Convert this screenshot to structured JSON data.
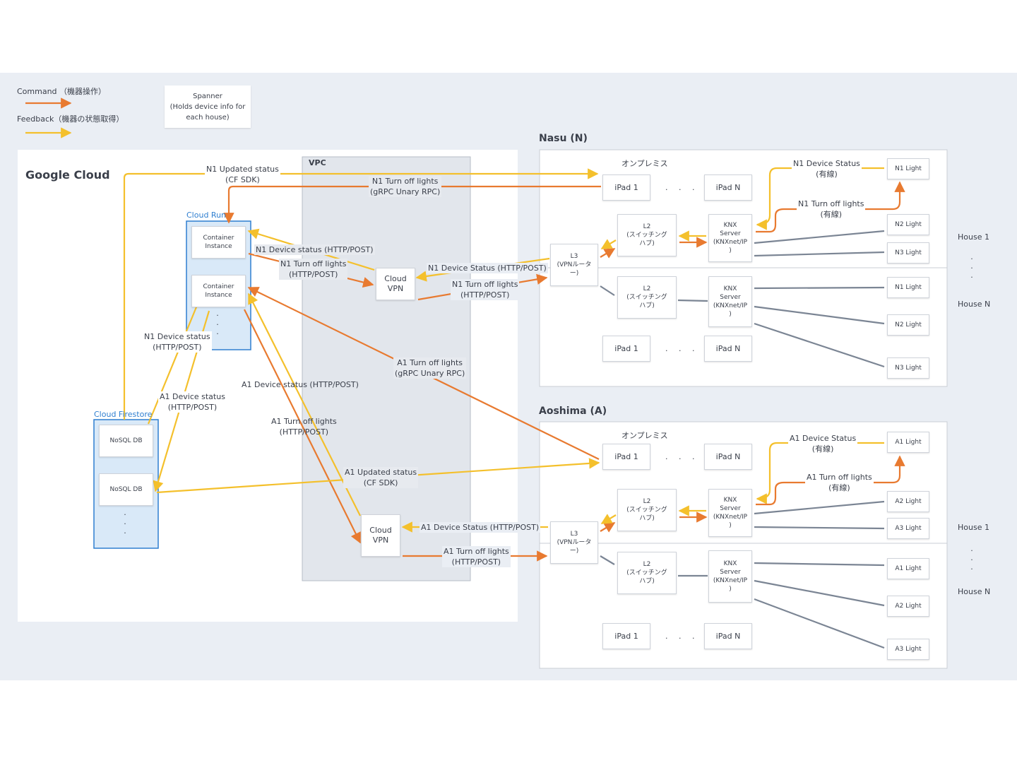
{
  "legend": {
    "command": "Command （機器操作）",
    "feedback": "Feedback（機器の状態取得）",
    "command_color": "#e87a30",
    "feedback_color": "#f4c02c"
  },
  "spanner": {
    "line1": "Spanner",
    "line2": "(Holds device info for",
    "line3": "each house)"
  },
  "google_cloud": {
    "title": "Google Cloud",
    "vpc": "VPC",
    "cloud_run": "Cloud Run",
    "container1": [
      "Container",
      "Instance"
    ],
    "container2": [
      "Container",
      "Instance"
    ],
    "cloud_firestore": "Cloud Firestore",
    "nosql1": "NoSQL DB",
    "nosql2": "NoSQL DB",
    "cloud_vpn_n": [
      "Cloud",
      "VPN"
    ],
    "cloud_vpn_a": [
      "Cloud",
      "VPN"
    ]
  },
  "labels": {
    "n1_updated": [
      "N1 Updated status",
      "(CF SDK)"
    ],
    "n1_turnoff_grpc": [
      "N1 Turn off lights",
      "(gRPC Unary RPC)"
    ],
    "n1_device_status_post": "N1 Device status (HTTP/POST)",
    "n1_turnoff_post": [
      "N1 Turn off lights",
      "(HTTP/POST)"
    ],
    "n1_device_status_vpn": "N1 Device Status (HTTP/POST)",
    "n1_turnoff_vpn": [
      "N1 Turn off lights",
      "(HTTP/POST)"
    ],
    "n1_device_status_fs": [
      "N1 Device status",
      "(HTTP/POST)"
    ],
    "a1_device_status_fs": [
      "A1 Device status",
      "(HTTP/POST)"
    ],
    "a1_device_status_post": "A1 Device status (HTTP/POST)",
    "a1_turnoff_post": [
      "A1 Turn off lights",
      "(HTTP/POST)"
    ],
    "a1_turnoff_grpc": [
      "A1 Turn off lights",
      "(gRPC Unary RPC)"
    ],
    "a1_updated": [
      "A1 Updated status",
      "(CF SDK)"
    ],
    "a1_device_status_vpn": "A1 Device Status (HTTP/POST)",
    "a1_turnoff_vpn": [
      "A1 Turn off lights",
      "(HTTP/POST)"
    ]
  },
  "nasu": {
    "title": "Nasu (N)",
    "onprem": "オンプレミス",
    "ipad1": "iPad 1",
    "ipadN": "iPad N",
    "ipad1_b": "iPad 1",
    "ipadN_b": "iPad N",
    "l3": [
      "L3",
      "(VPNルータ",
      "ー)"
    ],
    "l2": [
      "L2",
      "(スイッチング",
      "ハブ)"
    ],
    "l2_b": [
      "L2",
      "(スイッチング",
      "ハブ)"
    ],
    "knx": [
      "KNX",
      "Server",
      "(KNXnet/IP",
      ")"
    ],
    "knx_b": [
      "KNX",
      "Server",
      "(KNXnet/IP",
      ")"
    ],
    "device_status": [
      "N1 Device Status",
      "(有線)"
    ],
    "turn_off": [
      "N1 Turn off lights",
      "(有線)"
    ],
    "lights_h1": [
      "N1 Light",
      "N2 Light",
      "N3 Light"
    ],
    "lights_hn": [
      "N1 Light",
      "N2 Light",
      "N3 Light"
    ],
    "house1": "House 1",
    "houseN": "House N"
  },
  "aoshima": {
    "title": "Aoshima (A)",
    "onprem": "オンプレミス",
    "ipad1": "iPad 1",
    "ipadN": "iPad N",
    "ipad1_b": "iPad 1",
    "ipadN_b": "iPad N",
    "l3": [
      "L3",
      "(VPNルータ",
      "ー)"
    ],
    "l2": [
      "L2",
      "(スイッチング",
      "ハブ)"
    ],
    "l2_b": [
      "L2",
      "(スイッチング",
      "ハブ)"
    ],
    "knx": [
      "KNX",
      "Server",
      "(KNXnet/IP",
      ")"
    ],
    "knx_b": [
      "KNX",
      "Server",
      "(KNXnet/IP",
      ")"
    ],
    "device_status": [
      "A1 Device Status",
      "(有線)"
    ],
    "turn_off": [
      "A1 Turn off lights",
      "(有線)"
    ],
    "lights_h1": [
      "A1 Light",
      "A2 Light",
      "A3 Light"
    ],
    "lights_hn": [
      "A1 Light",
      "A2 Light",
      "A3 Light"
    ],
    "house1": "House 1",
    "houseN": "House N"
  },
  "ellipsis": ". . ."
}
